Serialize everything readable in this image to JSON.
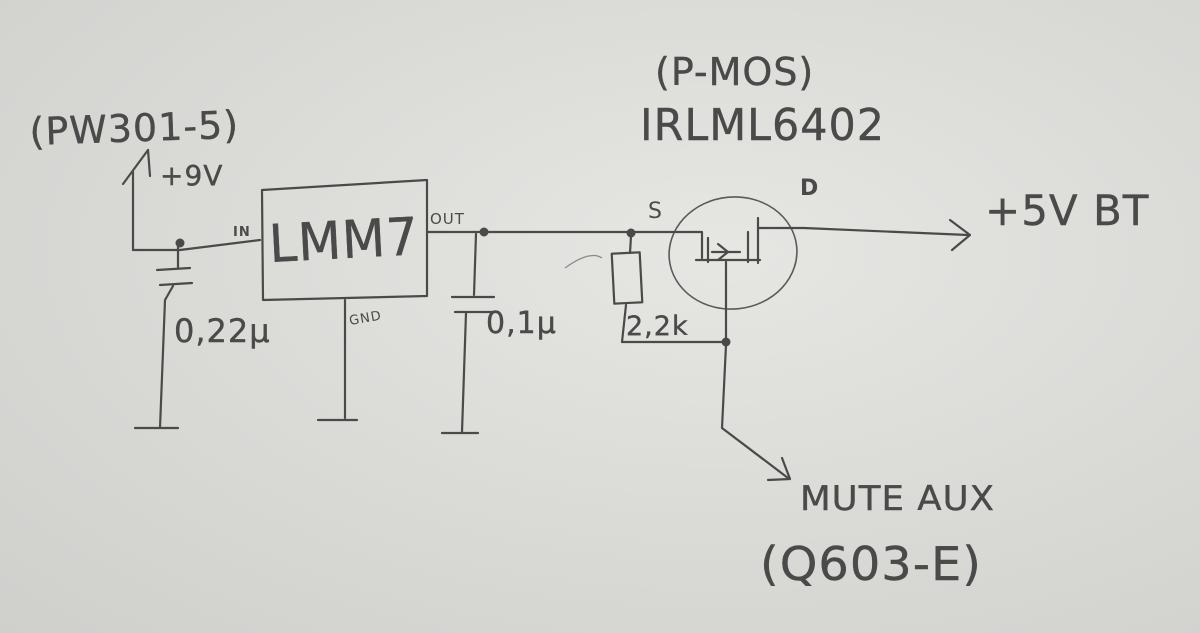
{
  "labels": {
    "pw301": "(PW301-5)",
    "plus9v": "+9V",
    "in": "IN",
    "regulator": "LMM7",
    "out": "OUT",
    "gnd": "GND",
    "c1": "0,22μ",
    "c2": "0,1μ",
    "r1": "2,2k",
    "mosfet_ref": "(P-MOS)",
    "mosfet_part": "IRLML6402",
    "source": "S",
    "drain": "D",
    "output": "+5V BT",
    "mute": "MUTE AUX",
    "q603": "(Q603-E)"
  }
}
